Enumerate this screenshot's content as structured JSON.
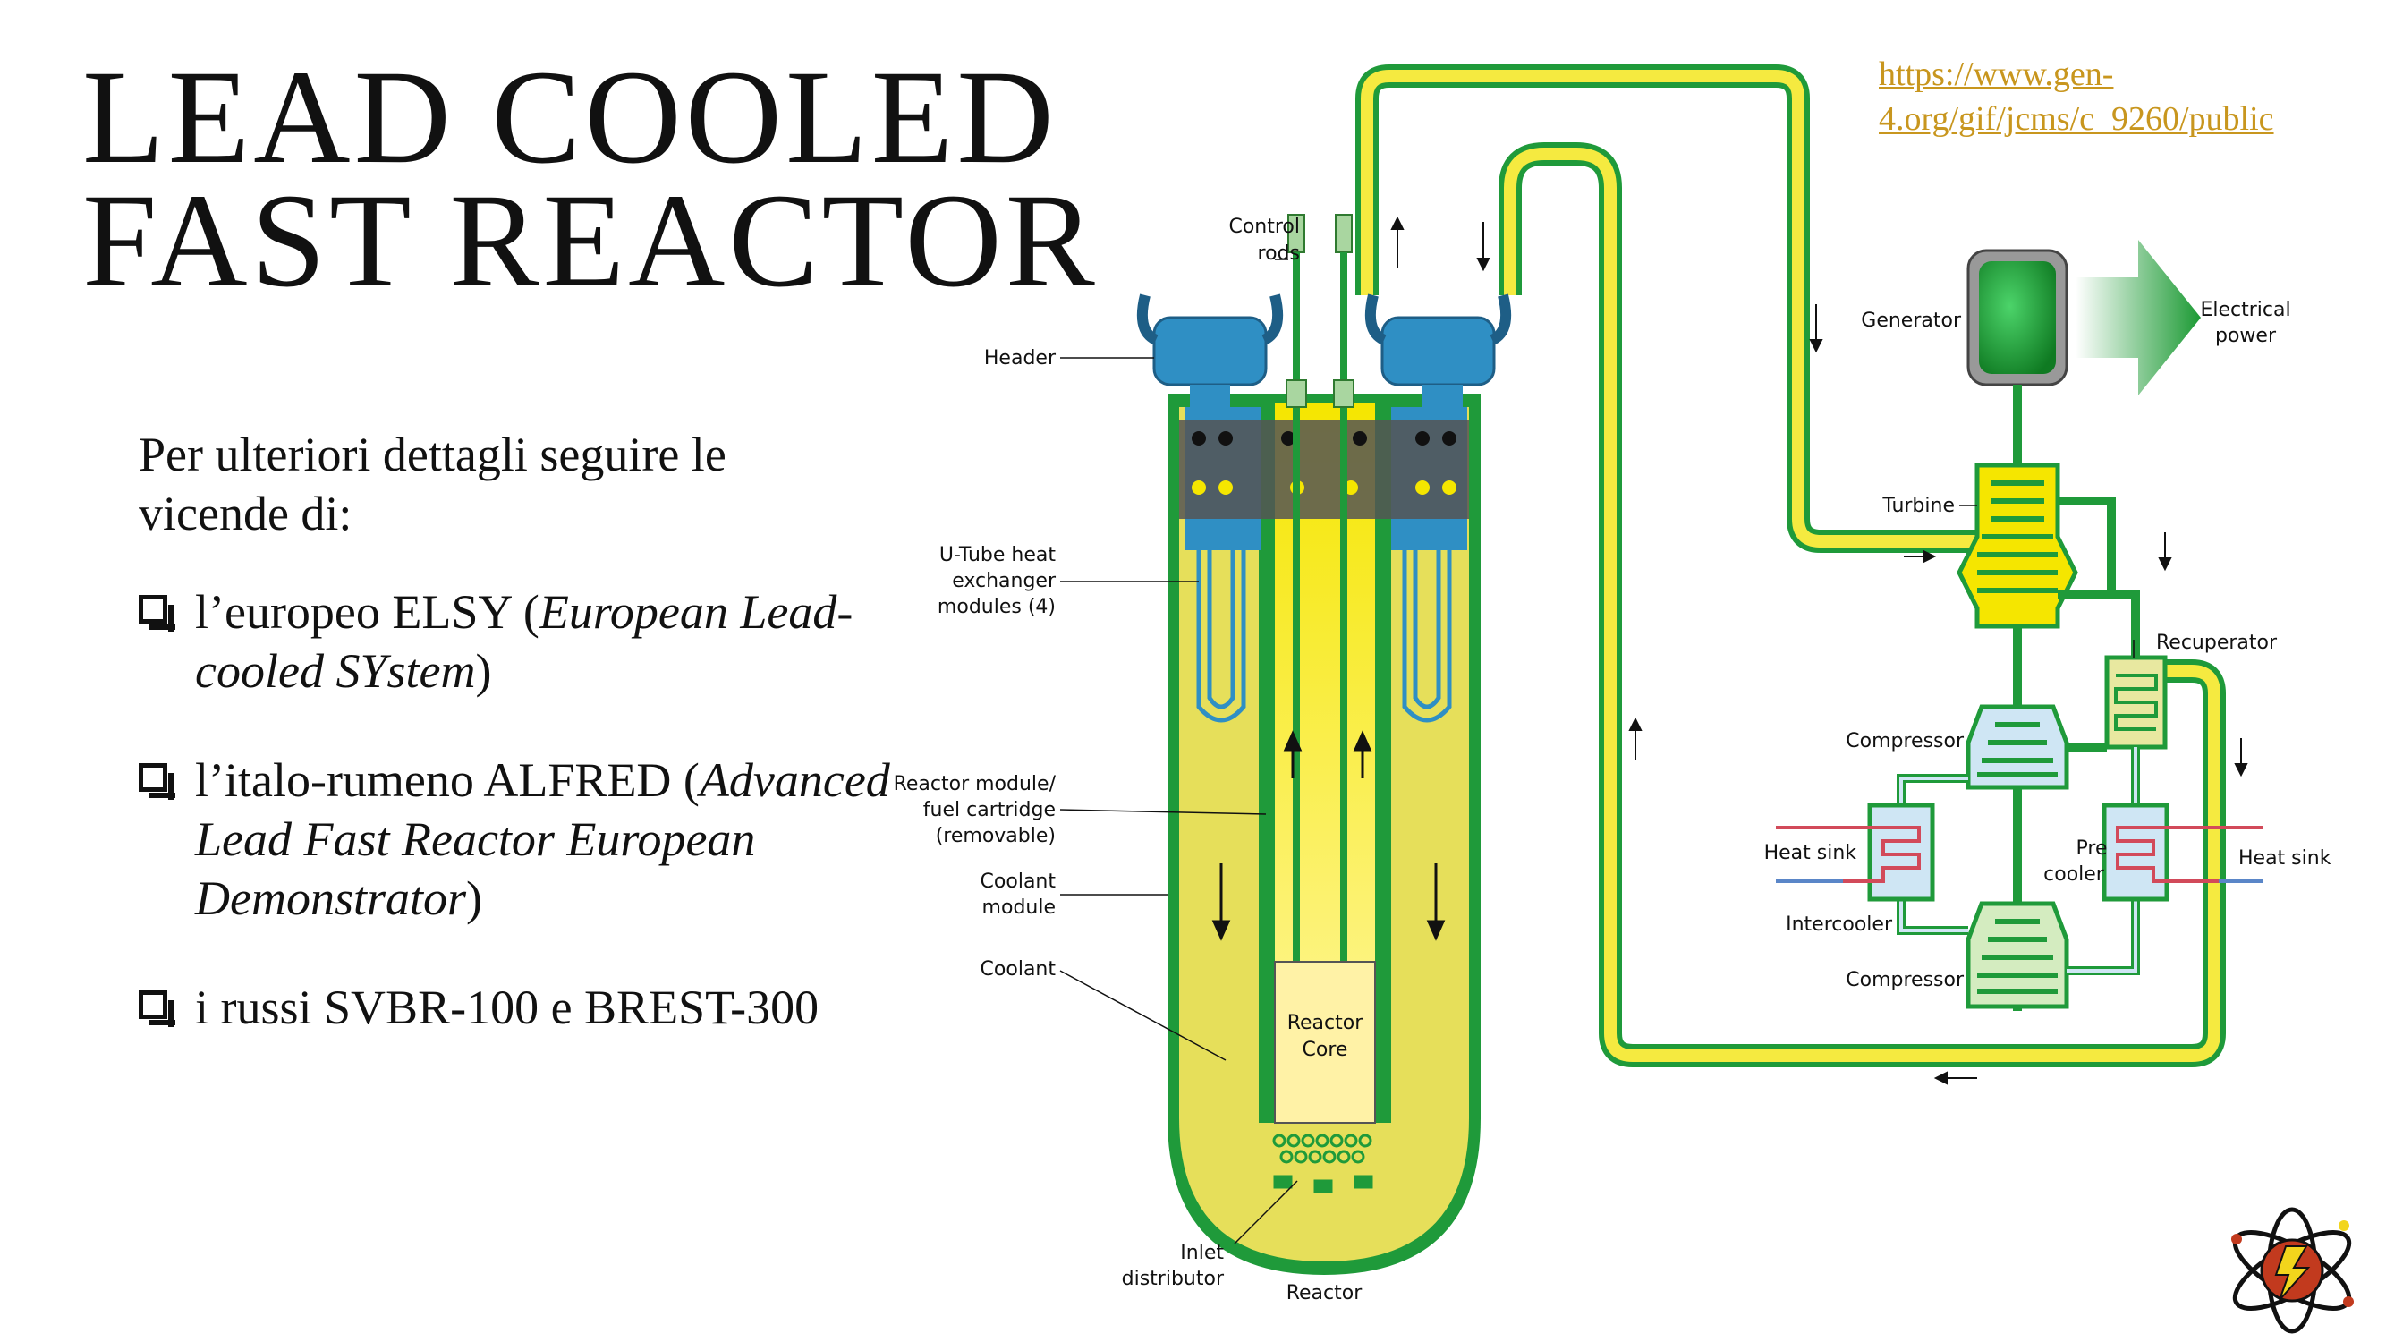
{
  "slide": {
    "title_line1": "Lead cooled",
    "title_line2": "fast reactor",
    "source_link_line1": "https://www.gen-",
    "source_link_line2": "4.org/gif/jcms/c_9260/public",
    "intro_line1": "Per ulteriori dettagli seguire le",
    "intro_line2": "vicende di:",
    "bullets": [
      {
        "plain": "l’europeo ELSY (",
        "italic": "European Lead-cooled SYstem",
        "after": ")"
      },
      {
        "plain": "l’italo-rumeno ALFRED (",
        "italic": "Advanced Lead Fast Reactor European Demonstrator",
        "after": ")"
      },
      {
        "plain": "i russi SVBR-100 e BREST-300",
        "italic": "",
        "after": ""
      }
    ]
  },
  "diagram": {
    "labels": {
      "control_rods_1": "Control",
      "control_rods_2": "rods",
      "header": "Header",
      "utube_1": "U-Tube heat",
      "utube_2": "exchanger",
      "utube_3": "modules (4)",
      "reactor_module_1": "Reactor module/",
      "reactor_module_2": "fuel cartridge",
      "reactor_module_3": "(removable)",
      "coolant_module_1": "Coolant",
      "coolant_module_2": "module",
      "coolant": "Coolant",
      "reactor_core_1": "Reactor",
      "reactor_core_2": "Core",
      "inlet_1": "Inlet",
      "inlet_2": "distributor",
      "reactor": "Reactor",
      "generator": "Generator",
      "electrical_1": "Electrical",
      "electrical_2": "power",
      "turbine": "Turbine",
      "recuperator": "Recuperator",
      "compressor_top": "Compressor",
      "compressor_bottom": "Compressor",
      "heat_sink_left": "Heat sink",
      "heat_sink_right": "Heat sink",
      "pre_cooler_1": "Pre",
      "pre_cooler_2": "cooler",
      "intercooler": "Intercooler"
    },
    "colors": {
      "lead_yellow": "#e6df5a",
      "core_yellow": "#f5e600",
      "vessel_green": "#1f9a3a",
      "header_blue": "#2f8fc4",
      "generator_green": "#1c9a34",
      "hot_red": "#d24a5a",
      "cold_blue": "#5a86c8"
    }
  }
}
